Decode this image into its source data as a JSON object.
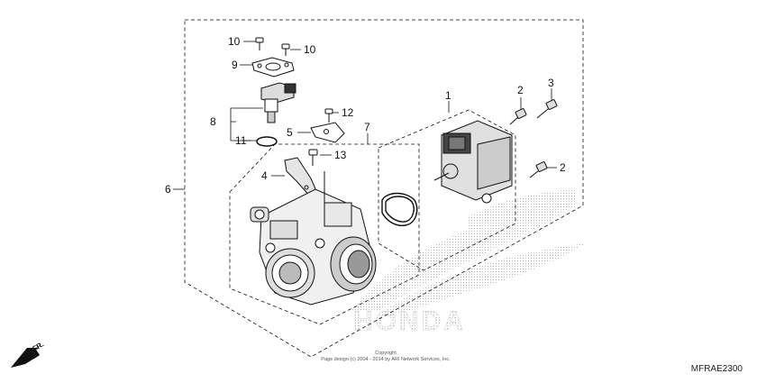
{
  "callouts": {
    "c1": "1",
    "c2a": "2",
    "c2b": "2",
    "c3": "3",
    "c4": "4",
    "c5": "5",
    "c6": "6",
    "c7": "7",
    "c8": "8",
    "c9": "9",
    "c10a": "10",
    "c10b": "10",
    "c11": "11",
    "c12": "12",
    "c13": "13"
  },
  "diagram_code": "MFRAE2300",
  "direction_label": "FR.",
  "watermark": "HONDA",
  "copyright": {
    "line1": "Copyright",
    "line2": "Page design (c) 2004 - 2014 by ARI Network Services, Inc."
  },
  "colors": {
    "line": "#111111",
    "watermark": "#b5b5b5"
  }
}
